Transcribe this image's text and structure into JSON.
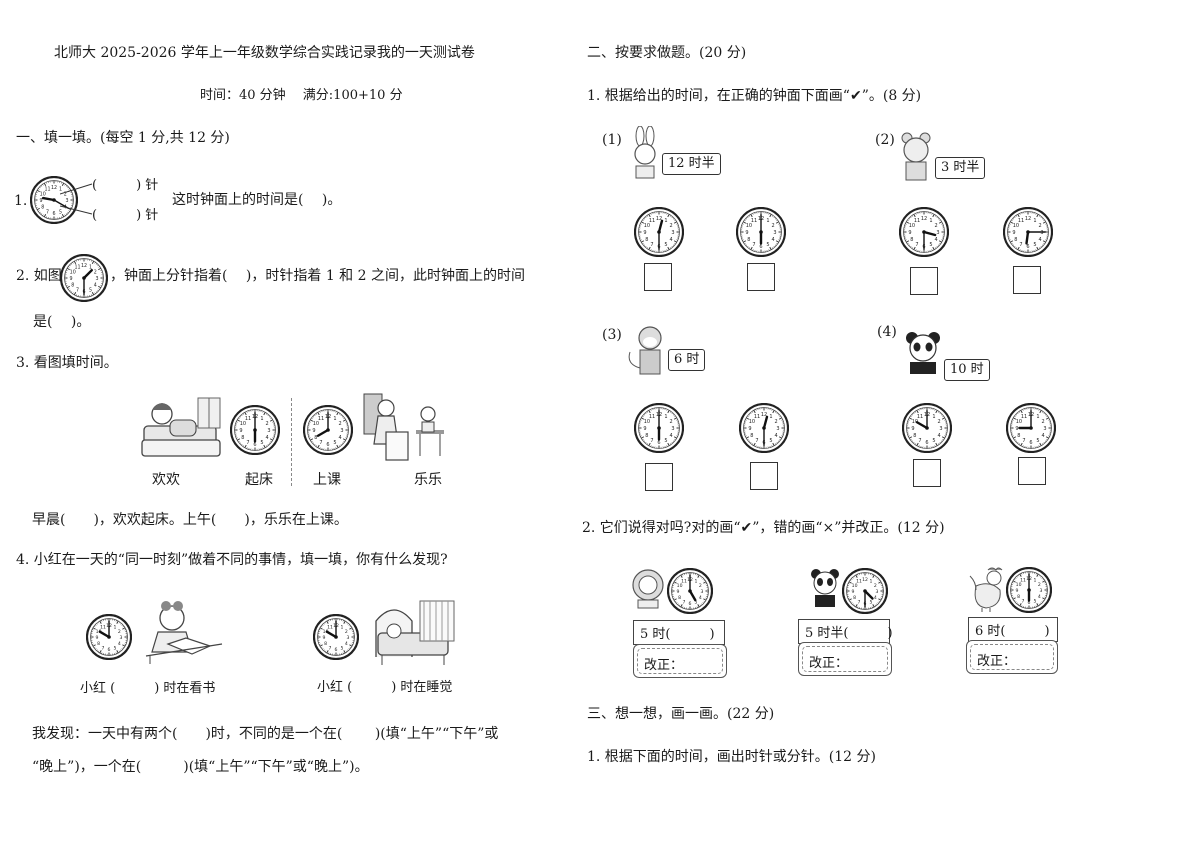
{
  "title": "北师大 2025-2026 学年上一年级数学综合实践记录我的一天测试卷",
  "meta": "时间：40 分钟　 满分:100+10 分",
  "section1": {
    "heading": "一、填一填。(每空 1 分,共 12 分)",
    "q1": {
      "num": "1.",
      "hand_top": "(　　　) 针",
      "hand_bottom": "(　　　) 针",
      "text": "这时钟面上的时间是(　 )。"
    },
    "q2": {
      "prefix": "2. 如图",
      "text": "，钟面上分针指着(　 )，时针指着 1 和 2 之间，此时钟面上的时间",
      "line2": "是(　 )。"
    },
    "q3": {
      "text": "3. 看图填时间。",
      "labels": [
        "欢欢",
        "起床",
        "上课",
        "乐乐"
      ],
      "answer": "早晨(　　)，欢欢起床。上午(　　)，乐乐在上课。"
    },
    "q4": {
      "text": "4. 小红在一天的“同一时刻”做着不同的事情，填一填，你有什么发现?",
      "caption_left": "小红 (　　　) 时在看书",
      "caption_right": "小红 (　　　) 时在睡觉",
      "discover_1": "我发现：一天中有两个(　　)时，不同的是一个在(　　 )(填“上午”“下午”或",
      "discover_2": "“晚上”)，一个在(　　　)(填“上午”“下午”或“晚上”)。"
    }
  },
  "section2": {
    "heading": "二、按要求做题。(20 分)",
    "q1": {
      "text": "1. 根据给出的时间，在正确的钟面下面画“✔”。(8 分)",
      "items": [
        {
          "num": "(1)",
          "time": "12 时半"
        },
        {
          "num": "(2)",
          "time": "3 时半"
        },
        {
          "num": "(3)",
          "time": "6 时"
        },
        {
          "num": "(4)",
          "time": "10 时"
        }
      ]
    },
    "q2": {
      "text": "2. 它们说得对吗?对的画“✔”，错的画“×”并改正。(12 分)",
      "answers": [
        "5 时(　　　)",
        "5 时半(　　　)",
        "6 时(　　　)"
      ],
      "fix_label": "改正："
    }
  },
  "section3": {
    "heading": "三、想一想，画一画。(22 分)",
    "q1": {
      "text": "1. 根据下面的时间，画出时针或分针。(12 分)"
    }
  },
  "clocks": [
    {
      "id": "q1",
      "hour": 9,
      "minute": 20
    },
    {
      "id": "q2",
      "hour": 1,
      "minute": 30
    },
    {
      "id": "q3a",
      "hour": 6,
      "minute": 0
    },
    {
      "id": "q3b",
      "hour": 8,
      "minute": 0
    },
    {
      "id": "q4a",
      "hour": 10,
      "minute": 0
    },
    {
      "id": "q4b",
      "hour": 10,
      "minute": 0
    },
    {
      "id": "p1a",
      "hour": 12,
      "minute": 30
    },
    {
      "id": "p1b",
      "hour": 6,
      "minute": 0
    },
    {
      "id": "p2a",
      "hour": 3,
      "minute": 30
    },
    {
      "id": "p2b",
      "hour": 6,
      "minute": 15
    },
    {
      "id": "p3a",
      "hour": 6,
      "minute": 0
    },
    {
      "id": "p3b",
      "hour": 12,
      "minute": 30
    },
    {
      "id": "p4a",
      "hour": 10,
      "minute": 0
    },
    {
      "id": "p4b",
      "hour": 9,
      "minute": 0
    },
    {
      "id": "r1",
      "hour": 5,
      "minute": 0
    },
    {
      "id": "r2",
      "hour": 4,
      "minute": 30
    },
    {
      "id": "r3",
      "hour": 6,
      "minute": 0
    }
  ]
}
